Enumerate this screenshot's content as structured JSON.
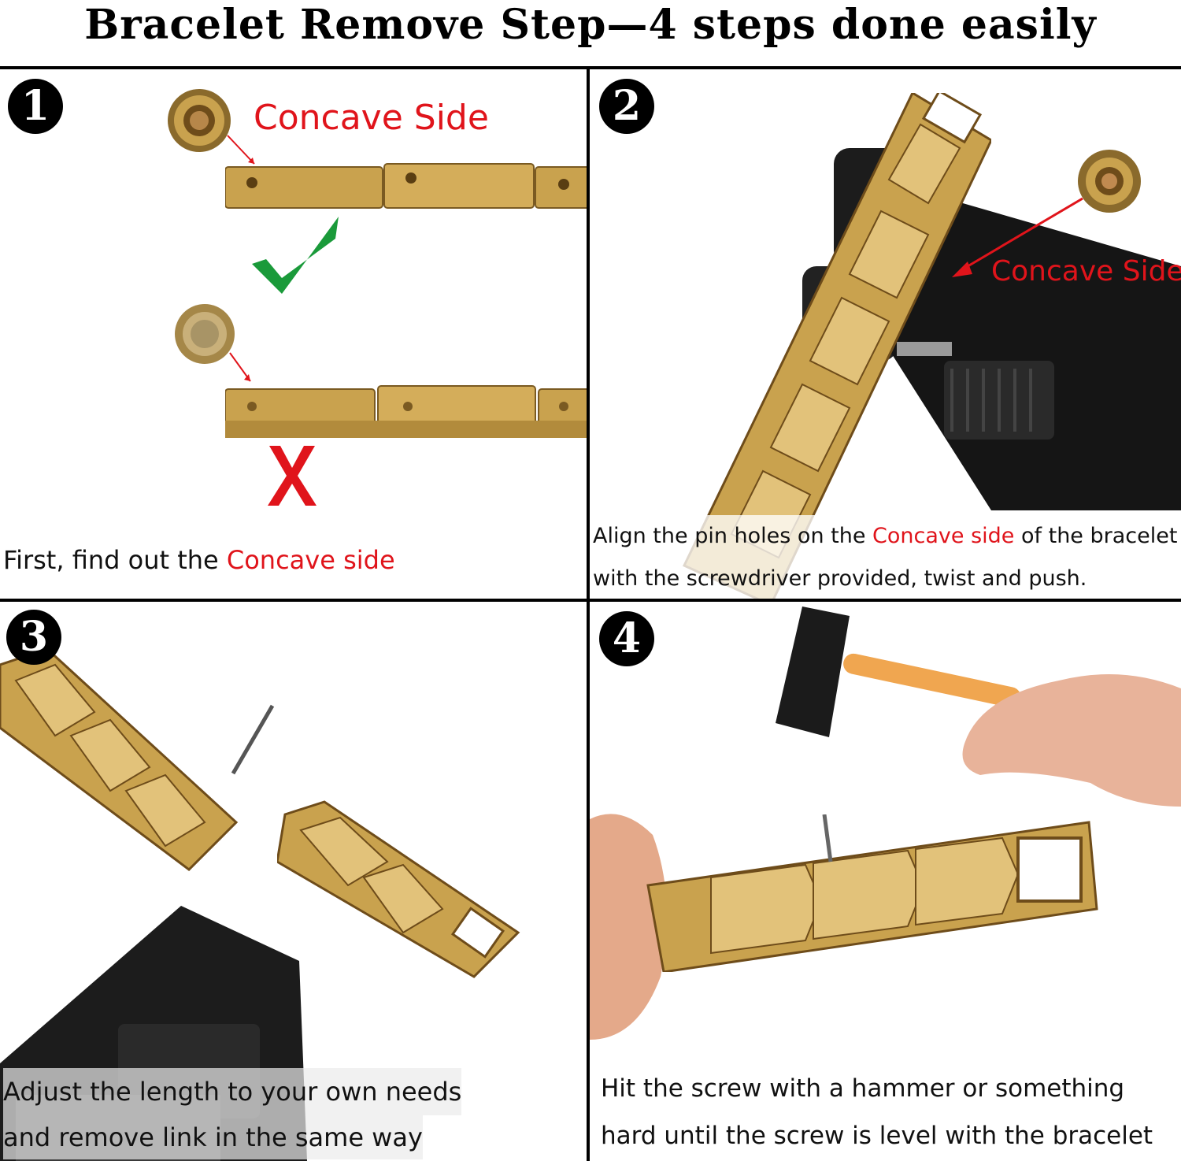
{
  "title": "Bracelet Remove Step—4 steps done easily",
  "steps": [
    {
      "number": "1",
      "label_concave": "Concave Side",
      "caption_prefix": "First, find out the ",
      "caption_highlight": "Concave side",
      "check_icon": "checkmark-icon",
      "wrong_icon": "x-mark-icon"
    },
    {
      "number": "2",
      "label_concave": "Concave Side",
      "caption_line1_prefix": "Align the pin holes on the ",
      "caption_line1_highlight": "Concave side",
      "caption_line1_suffix": " of the bracelet",
      "caption_line2": "with the screwdriver provided, twist and push."
    },
    {
      "number": "3",
      "caption_line1": "Adjust the length to your own needs",
      "caption_line2": "and remove link in the same way"
    },
    {
      "number": "4",
      "caption_line1": "Hit the screw with a hammer or something",
      "caption_line2": "hard until the screw is level with the bracelet"
    }
  ],
  "colors": {
    "highlight": "#e0141b",
    "gold": "#c9a24e",
    "check": "#1a9a3a",
    "tool": "#1c1c1c"
  }
}
